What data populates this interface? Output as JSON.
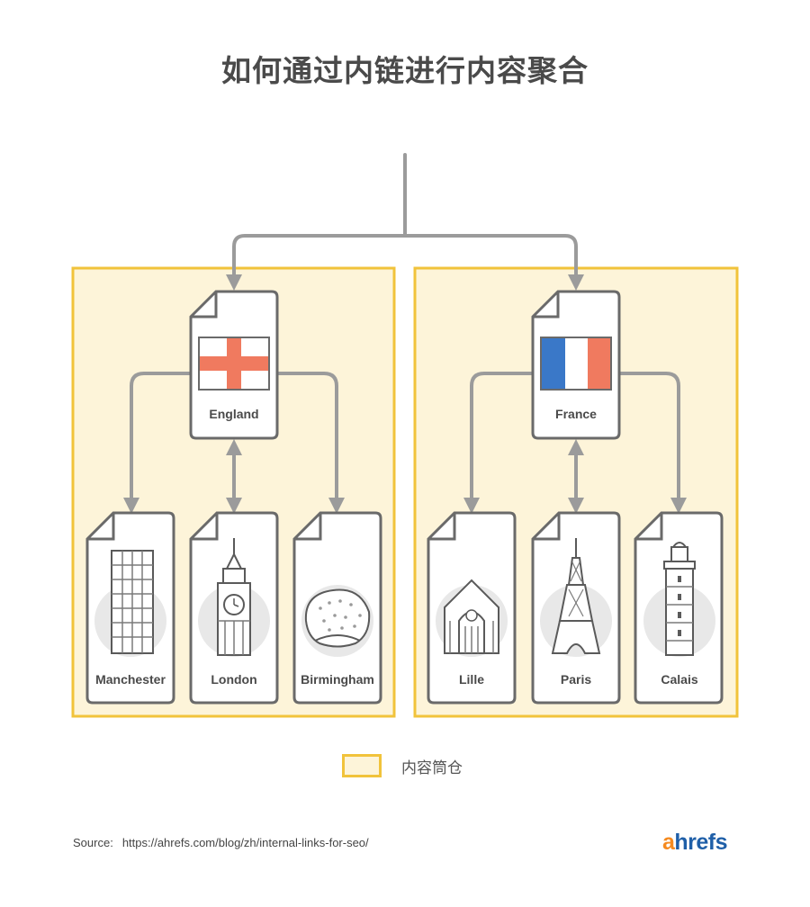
{
  "title": "如何通过内链进行内容聚合",
  "hubs": [
    {
      "label": "England",
      "flag": "england",
      "children": [
        "Manchester",
        "London",
        "Birmingham"
      ]
    },
    {
      "label": "France",
      "flag": "france",
      "children": [
        "Lille",
        "Paris",
        "Calais"
      ]
    }
  ],
  "legend": {
    "label": "内容筒仓",
    "color": "#f1c33b",
    "fill": "#fdf4d9"
  },
  "source": {
    "label": "Source:",
    "url": "https://ahrefs.com/blog/zh/internal-links-for-seo/"
  },
  "logo": {
    "first": "a",
    "rest": "hrefs"
  },
  "colors": {
    "connector": "#9b9b9b",
    "doc_border": "#6a6a6a",
    "silo_border": "#f1c33b",
    "silo_fill": "#fdf4d9",
    "flag_red": "#f07a5f",
    "flag_blue": "#3a78c8"
  }
}
